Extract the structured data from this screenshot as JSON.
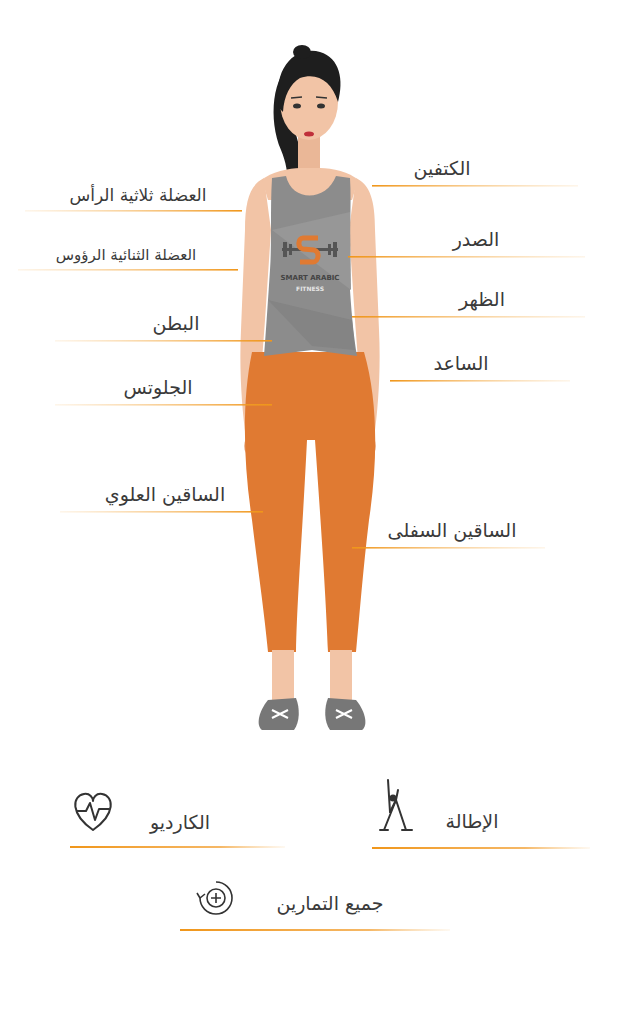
{
  "diagram": {
    "labels": [
      "العضلة ثلاثية الرأس",
      "الكتفين",
      "العضلة الثنائية الرؤوس",
      "الصدر",
      "البطن",
      "الظهر",
      "الجلوتس",
      "الساعد",
      "الساقين العلوي",
      "الساقين السفلى",
      "الكارديو",
      "الإطالة",
      "جميع التمارين",
      "SMART ARABIC",
      "FITNESS"
    ]
  }
}
